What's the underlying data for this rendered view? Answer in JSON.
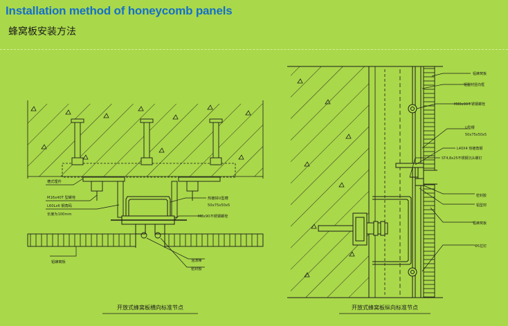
{
  "header": {
    "title_en": "Installation method of honeycomb panels",
    "title_cn": "蜂窝板安装方法"
  },
  "left_diagram": {
    "labels": {
      "anchor": "槽式埋件",
      "bolt1": "M16x40T 型螺栓",
      "angle": "L60Lx6   钢角码",
      "length": "长度为100mm",
      "channel1": "热镀锌U型槽",
      "channel2": "50x75x50x5",
      "bolt2": "M8x90不锈钢螺栓",
      "panel": "铝蜂窝板",
      "foam": "泡沫棒",
      "sealant": "密封胶"
    },
    "caption": "开放式蜂窝板横向标准节点"
  },
  "right_diagram": {
    "labels": {
      "panel_top": "铝蜂窝板",
      "profile": "铝型材竖向框",
      "bolt": "M80x90不锈钢螺栓",
      "channel1": "U型槽",
      "channel2": "50x75x50x5",
      "angle": "L40X4  热镀角钢",
      "screw": "ST4,8x25不锈钢沉头螺钉",
      "sealant": "密封胶",
      "aluminum": "铝型材",
      "panel_bottom": "铝蜂窝板",
      "rivet": "Φ5拉钉"
    },
    "caption": "开放式蜂窝板纵向标准节点"
  }
}
